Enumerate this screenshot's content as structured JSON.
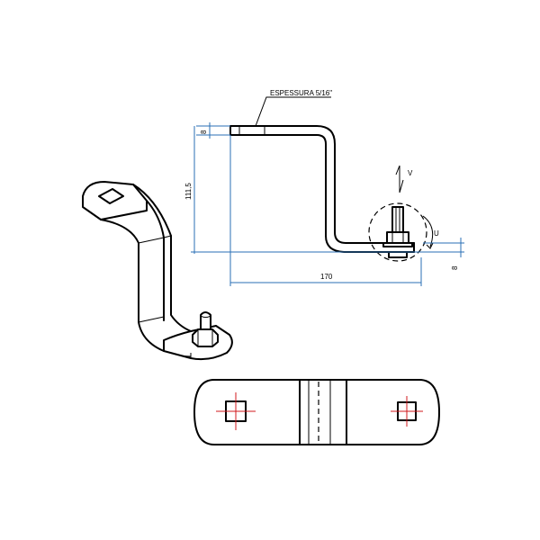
{
  "annotations": {
    "thickness_note": "ESPESSURA 5/16\"",
    "view_marker_v": "V",
    "view_marker_u": "U"
  },
  "dimensions": {
    "top_thickness": "8",
    "height": "111,5",
    "width": "170",
    "bottom_thickness": "8"
  },
  "colors": {
    "outline": "#000000",
    "dimension_lines": "#2a6fb5",
    "center_lines": "#d0191c"
  }
}
